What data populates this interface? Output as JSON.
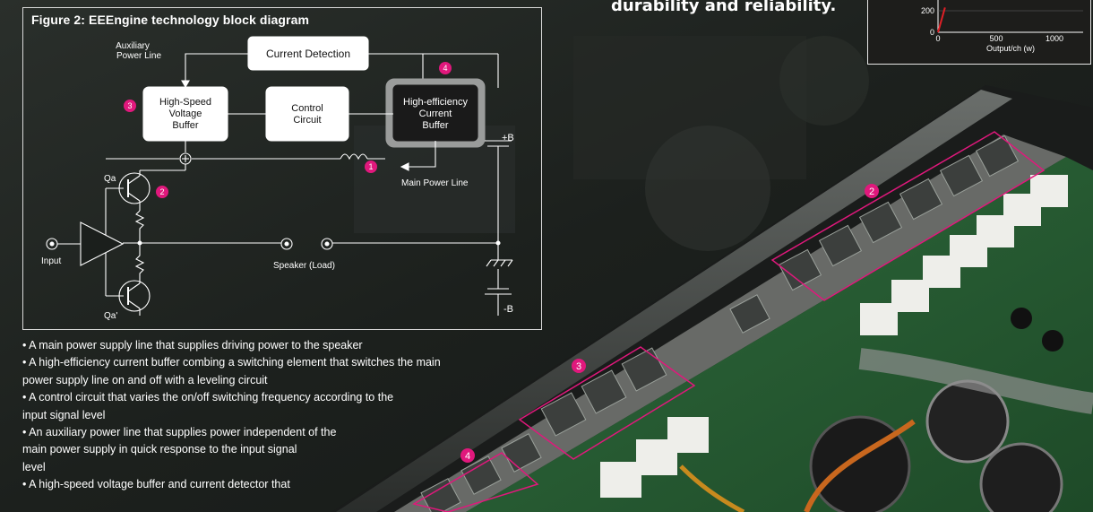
{
  "headline": "durability and reliability.",
  "figure": {
    "title": "Figure 2: EEEngine technology block diagram",
    "blocks": {
      "current_detection": "Current Detection",
      "voltage_buffer": [
        "High-Speed",
        "Voltage",
        "Buffer"
      ],
      "control_circuit": [
        "Control",
        "Circuit"
      ],
      "current_buffer": [
        "High-efficiency",
        "Current",
        "Buffer"
      ]
    },
    "labels": {
      "aux_power_line": [
        "Auxiliary",
        "Power Line"
      ],
      "main_power_line": "Main Power Line",
      "plus_b": "+B",
      "minus_b": "-B",
      "input": "Input",
      "speaker": "Speaker (Load)",
      "qa": "Qa",
      "qa_prime": "Qa'"
    },
    "markers": [
      "1",
      "2",
      "3",
      "4"
    ],
    "marker_color": "#e0187c"
  },
  "bullets": [
    "• A main power supply line that supplies driving power to the speaker",
    "• A high-efficiency current buffer combing a switching element that switches the main",
    "power supply line on and off with a leveling circuit",
    "• A control circuit that varies the on/off switching frequency according to the",
    "input signal level",
    "• An auxiliary power line that supplies power independent of the",
    "main power supply in quick response to the input signal",
    "level",
    "• A high-speed voltage buffer and current detector that"
  ],
  "chart_data": {
    "type": "line",
    "xlabel": "Output/ch (w)",
    "x_ticks": [
      "0",
      "500",
      "1000"
    ],
    "y_ticks": [
      "0",
      "200"
    ],
    "series": [
      {
        "color": "#e01f26",
        "x": [
          0,
          60
        ],
        "y": [
          0,
          230
        ]
      }
    ]
  },
  "photo_markers": [
    "2",
    "3",
    "4"
  ],
  "colors": {
    "accent": "#e0187c",
    "panel_border": "#d9d9d9",
    "text": "#ffffff"
  }
}
